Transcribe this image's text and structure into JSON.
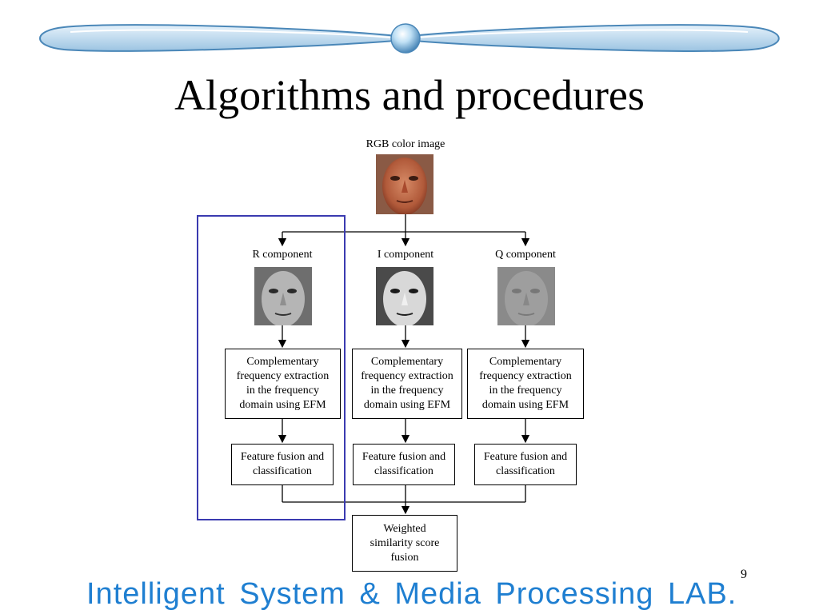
{
  "slide": {
    "title": "Algorithms and procedures",
    "page_number": "9",
    "footer": "Intelligent  System  &  Media  Processing  LAB."
  },
  "diagram": {
    "input_label": "RGB color image",
    "components": [
      {
        "label": "R component",
        "extraction": [
          "Complementary",
          "frequency extraction",
          "in the frequency",
          "domain using EFM"
        ],
        "fusion": [
          "Feature fusion and",
          "classification"
        ]
      },
      {
        "label": "I component",
        "extraction": [
          "Complementary",
          "frequency extraction",
          "in the frequency",
          "domain using EFM"
        ],
        "fusion": [
          "Feature fusion and",
          "classification"
        ]
      },
      {
        "label": "Q component",
        "extraction": [
          "Complementary",
          "frequency extraction",
          "in the frequency",
          "domain using EFM"
        ],
        "fusion": [
          "Feature fusion and",
          "classification"
        ]
      }
    ],
    "output": [
      "Weighted",
      "similarity score",
      "fusion"
    ]
  },
  "colors": {
    "highlight_border": "#3a3ab0",
    "footer_text": "#1f7fd1",
    "ribbon": "#4a87b8"
  }
}
